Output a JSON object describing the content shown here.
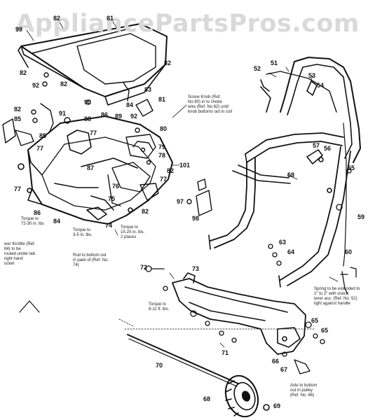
{
  "watermark": "AppliancePartsPros.com",
  "callouts": {
    "c82a": "82",
    "c81": "81",
    "c99": "99",
    "c82b": "82",
    "c82c": "82",
    "c82d": "82",
    "c92": "92",
    "c83": "83",
    "c81b": "81",
    "c90": "90",
    "c82e": "82",
    "c84": "84",
    "c85": "85",
    "c91": "91",
    "c88": "88",
    "c86": "86",
    "c80": "80",
    "c89": "89",
    "c92b": "92",
    "c77a": "77",
    "c77b": "77",
    "c79": "79",
    "c78": "78",
    "c101": "101",
    "c87": "87",
    "c82f": "82",
    "c76": "76",
    "c77c": "77",
    "c75": "75",
    "c74": "74",
    "c84b": "84",
    "c86b": "86",
    "c77d": "77",
    "c82g": "82",
    "c52": "52",
    "c51": "51",
    "c53": "53",
    "c54": "54",
    "c57": "57",
    "c56": "56",
    "c58": "58",
    "c55": "55",
    "c59": "59",
    "c60": "60",
    "c63": "63",
    "c64": "64",
    "c97": "97",
    "c98": "98",
    "c72": "72",
    "c73": "73",
    "c65": "65",
    "c65b": "65",
    "c71": "71",
    "c70": "70",
    "c66": "66",
    "c67": "67",
    "c68": "68",
    "c69": "69"
  },
  "notes": {
    "screw_knob": "Screw Knob (Ref.\nNo 80) in to choke\nwire (Ref. No 82) until\nknob bottoms out in coil",
    "torque_72_30": "Torque to\n72-30 in. lbs",
    "torque_3_5": "Torque to\n3-5 in. lbs.",
    "torque_15_20": "Torque to\n15-20 in. lbs.\n2 places",
    "rod_bottom": "Rod to bottom out\nin pawl of (Ref. No.\n74)",
    "wire_throttle": "wer throttle (Ref.\n84) to be\nrouted under tab\nright hand\nocket",
    "spring_extended": "Spring to be extended to\n1\" to 2\" with clutch\nlever ass. (Ref. No. 52)\nlight against handle",
    "torque_8_11": "Torque to\n8-11 ft. lbs.",
    "axle_bottom": "Axle to bottom\nout in pulley\n(Ref. No. 66)"
  }
}
